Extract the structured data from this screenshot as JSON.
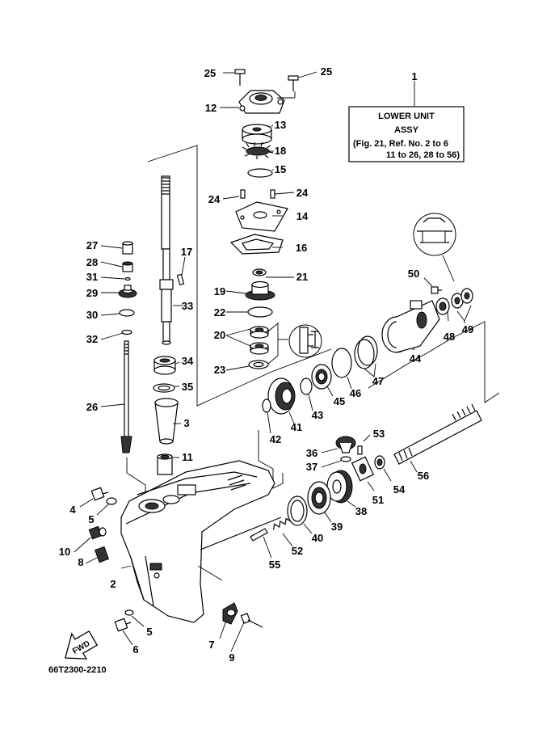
{
  "callouts": [
    {
      "id": "1",
      "label": "1"
    },
    {
      "id": "2",
      "label": "2"
    },
    {
      "id": "3",
      "label": "3"
    },
    {
      "id": "4",
      "label": "4"
    },
    {
      "id": "5a",
      "label": "5"
    },
    {
      "id": "5b",
      "label": "5"
    },
    {
      "id": "6",
      "label": "6"
    },
    {
      "id": "7",
      "label": "7"
    },
    {
      "id": "8",
      "label": "8"
    },
    {
      "id": "9",
      "label": "9"
    },
    {
      "id": "10",
      "label": "10"
    },
    {
      "id": "11",
      "label": "11"
    },
    {
      "id": "12",
      "label": "12"
    },
    {
      "id": "13",
      "label": "13"
    },
    {
      "id": "14",
      "label": "14"
    },
    {
      "id": "15",
      "label": "15"
    },
    {
      "id": "16",
      "label": "16"
    },
    {
      "id": "17",
      "label": "17"
    },
    {
      "id": "18",
      "label": "18"
    },
    {
      "id": "19",
      "label": "19"
    },
    {
      "id": "20",
      "label": "20"
    },
    {
      "id": "21",
      "label": "21"
    },
    {
      "id": "22",
      "label": "22"
    },
    {
      "id": "23",
      "label": "23"
    },
    {
      "id": "24a",
      "label": "24"
    },
    {
      "id": "24b",
      "label": "24"
    },
    {
      "id": "25a",
      "label": "25"
    },
    {
      "id": "25b",
      "label": "25"
    },
    {
      "id": "26",
      "label": "26"
    },
    {
      "id": "27",
      "label": "27"
    },
    {
      "id": "28",
      "label": "28"
    },
    {
      "id": "29",
      "label": "29"
    },
    {
      "id": "30",
      "label": "30"
    },
    {
      "id": "31",
      "label": "31"
    },
    {
      "id": "32",
      "label": "32"
    },
    {
      "id": "33",
      "label": "33"
    },
    {
      "id": "34",
      "label": "34"
    },
    {
      "id": "35",
      "label": "35"
    },
    {
      "id": "36",
      "label": "36"
    },
    {
      "id": "37",
      "label": "37"
    },
    {
      "id": "38",
      "label": "38"
    },
    {
      "id": "39",
      "label": "39"
    },
    {
      "id": "40",
      "label": "40"
    },
    {
      "id": "41",
      "label": "41"
    },
    {
      "id": "42",
      "label": "42"
    },
    {
      "id": "43",
      "label": "43"
    },
    {
      "id": "44",
      "label": "44"
    },
    {
      "id": "45",
      "label": "45"
    },
    {
      "id": "46",
      "label": "46"
    },
    {
      "id": "47",
      "label": "47"
    },
    {
      "id": "48",
      "label": "48"
    },
    {
      "id": "49",
      "label": "49"
    },
    {
      "id": "50",
      "label": "50"
    },
    {
      "id": "51",
      "label": "51"
    },
    {
      "id": "52",
      "label": "52"
    },
    {
      "id": "53",
      "label": "53"
    },
    {
      "id": "54",
      "label": "54"
    },
    {
      "id": "55",
      "label": "55"
    },
    {
      "id": "56",
      "label": "56"
    }
  ],
  "assy_box": {
    "line1": "LOWER UNIT",
    "line2": "ASSY",
    "line3": "(Fig. 21, Ref. No. 2 to 6",
    "line4": "11 to 26, 28 to 56)"
  },
  "fwd_marker": "FWD",
  "drawing_code": "66T2300-2210"
}
